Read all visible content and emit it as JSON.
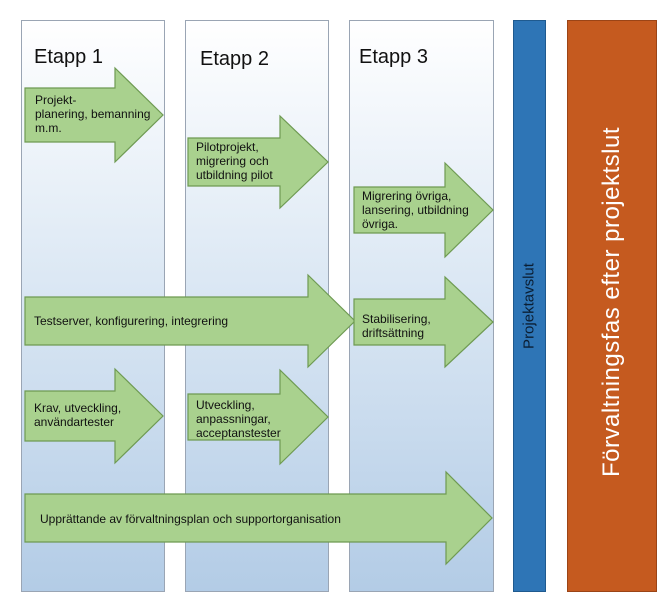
{
  "columns": [
    {
      "title": "Etapp 1"
    },
    {
      "title": "Etapp 2"
    },
    {
      "title": "Etapp 3"
    }
  ],
  "arrows": [
    {
      "lines": [
        "Projekt-",
        "planering, bemanning",
        "m.m."
      ]
    },
    {
      "lines": [
        "Pilotprojekt,",
        "migrering och",
        "utbildning pilot"
      ]
    },
    {
      "lines": [
        "Migrering övriga,",
        "lansering, utbildning",
        "övriga."
      ]
    },
    {
      "lines": [
        "Testserver, konfigurering, integrering"
      ]
    },
    {
      "lines": [
        "Stabilisering,",
        "driftsättning"
      ]
    },
    {
      "lines": [
        "Krav, utveckling,",
        "användartester"
      ]
    },
    {
      "lines": [
        "Utveckling,",
        "anpassningar,",
        "acceptanstester"
      ]
    },
    {
      "lines": [
        "Upprättande av förvaltningsplan och supportorganisation"
      ]
    }
  ],
  "side_bars": {
    "project_end": "Projektavslut",
    "maintenance": "Förvaltningsfas efter projektslut"
  },
  "colors": {
    "arrow_fill": "#a9d18e",
    "arrow_stroke": "#6e9a52",
    "project_end_bar": "#2e75b6",
    "maintenance_bar": "#c55a1f"
  }
}
